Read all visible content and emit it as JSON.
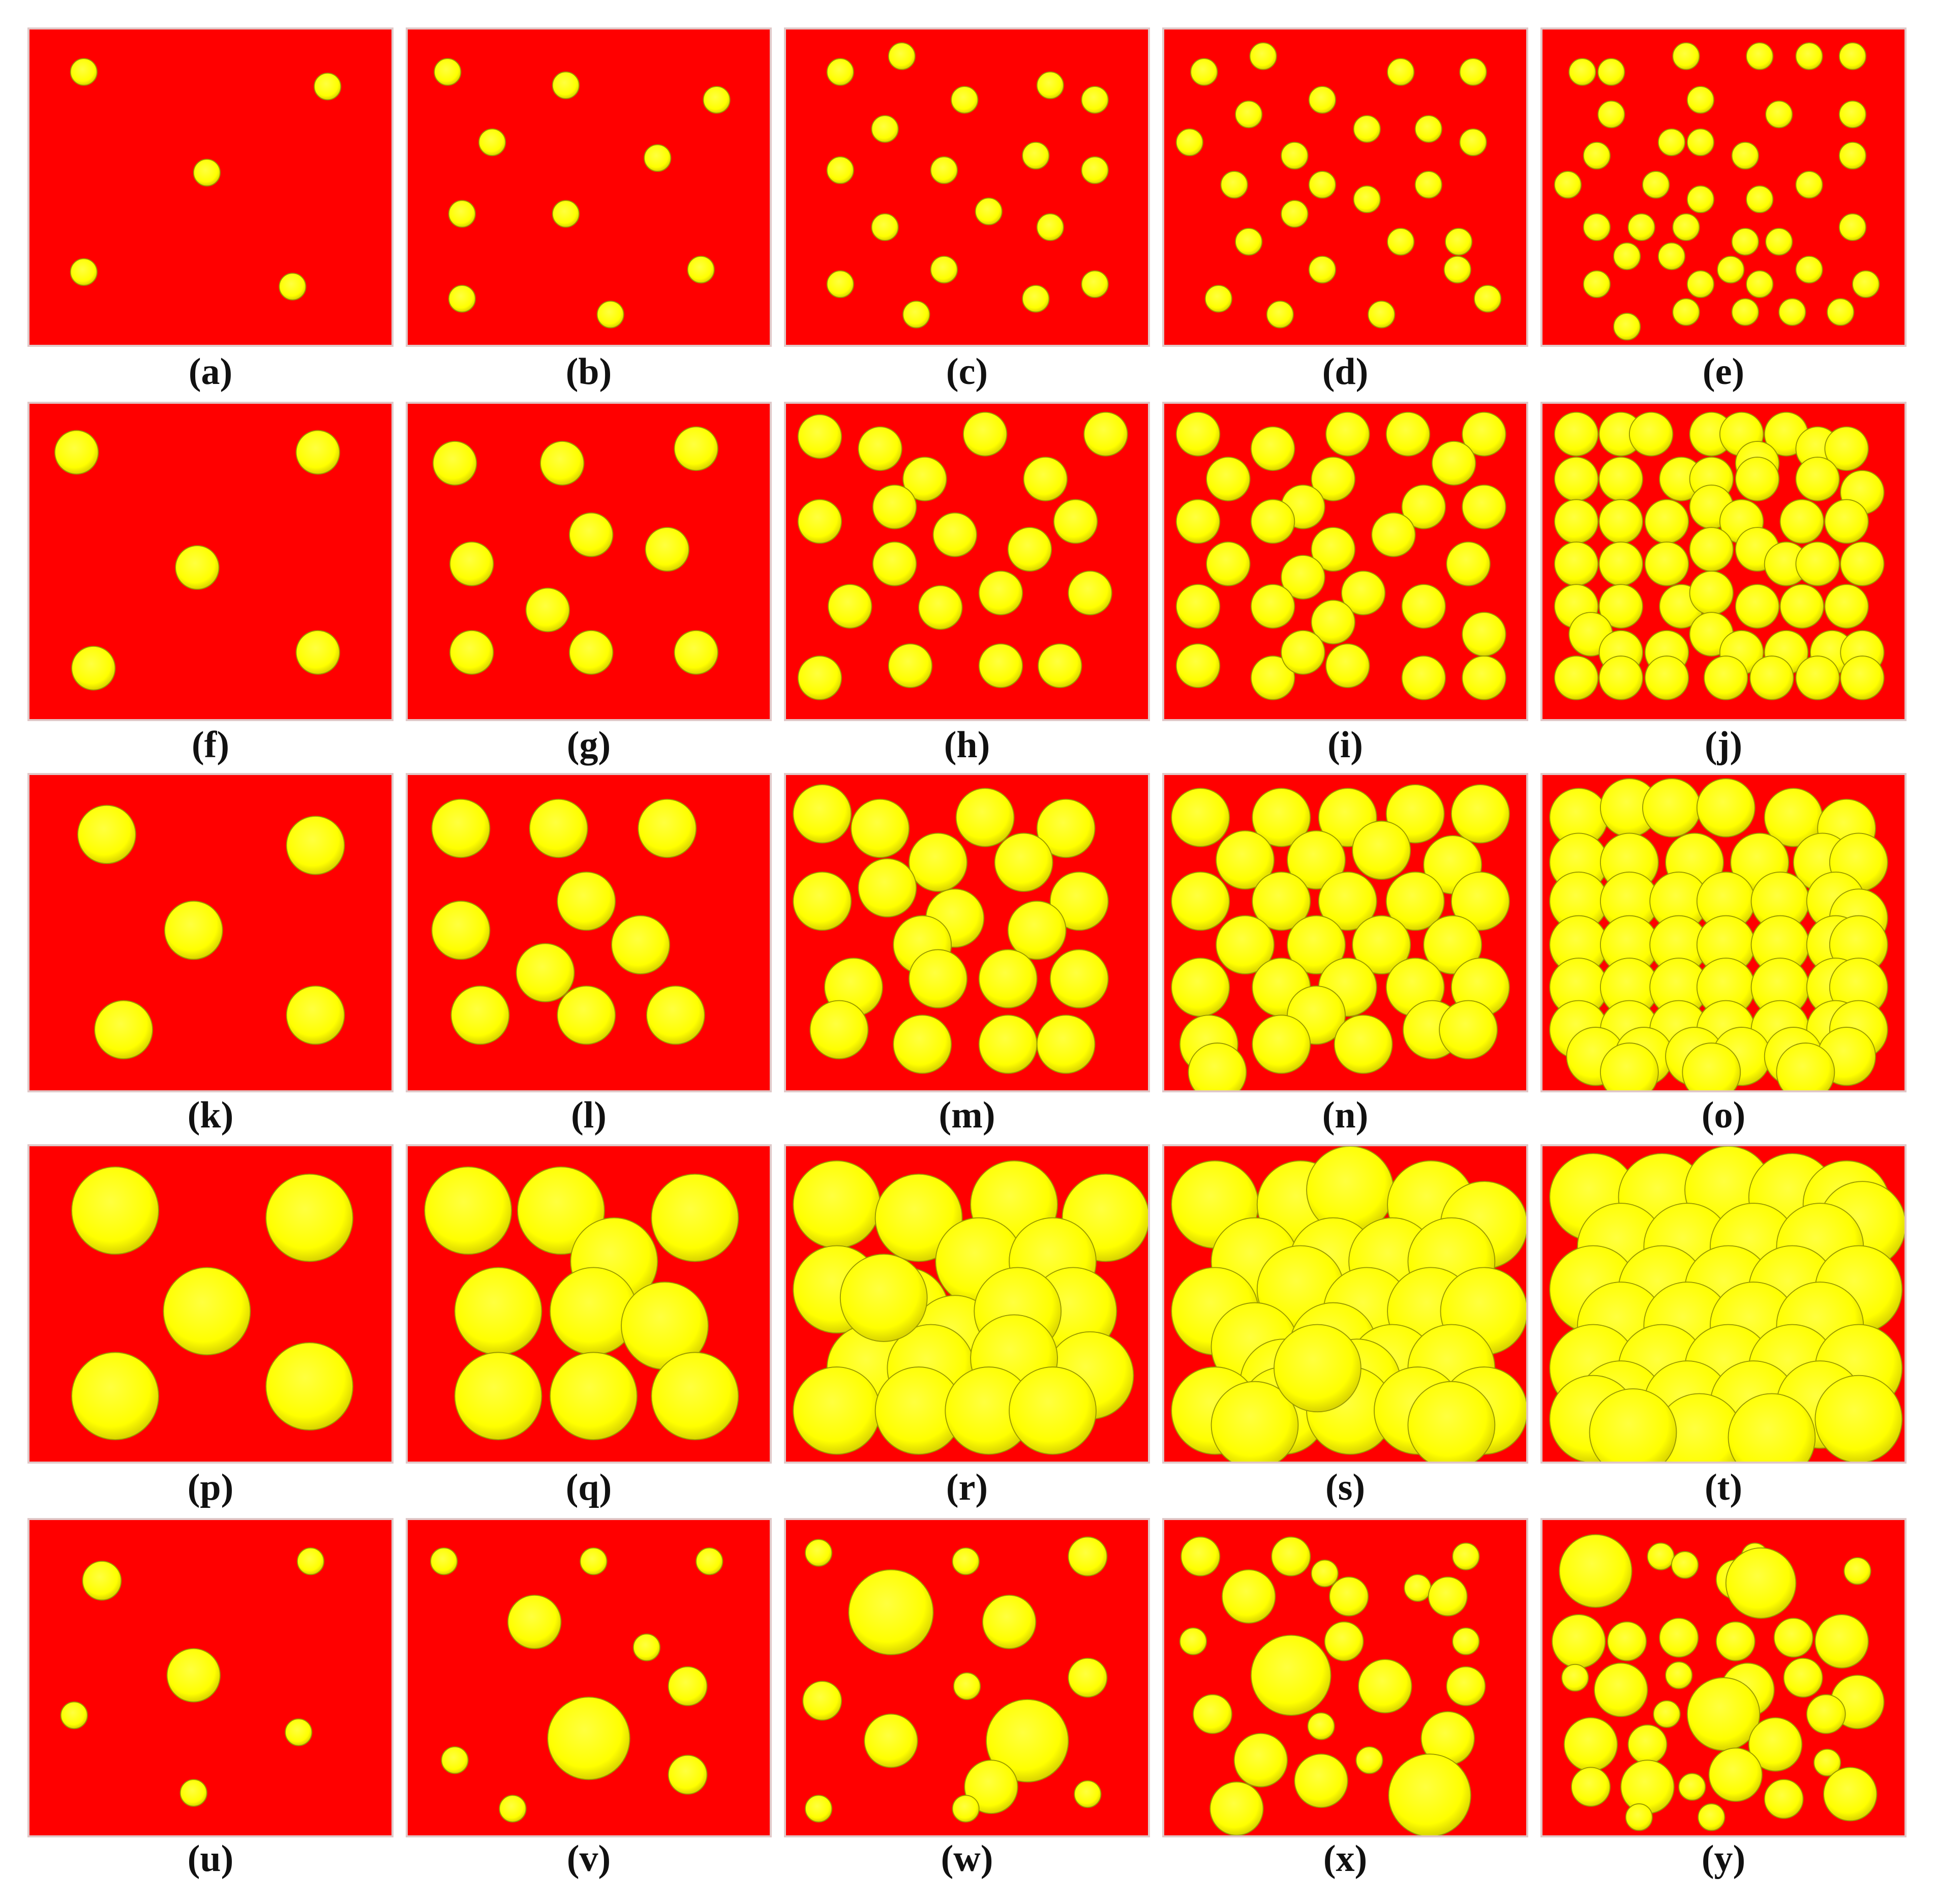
{
  "figure": {
    "colors": {
      "background": "#ff0000",
      "particle": "#ffff00",
      "particle_edge": "#9a9a00",
      "label": "#111111"
    },
    "panels": [
      {
        "id": "a",
        "label": "(a)"
      },
      {
        "id": "b",
        "label": "(b)"
      },
      {
        "id": "c",
        "label": "(c)"
      },
      {
        "id": "d",
        "label": "(d)"
      },
      {
        "id": "e",
        "label": "(e)"
      },
      {
        "id": "f",
        "label": "(f)"
      },
      {
        "id": "g",
        "label": "(g)"
      },
      {
        "id": "h",
        "label": "(h)"
      },
      {
        "id": "i",
        "label": "(i)"
      },
      {
        "id": "j",
        "label": "(j)"
      },
      {
        "id": "k",
        "label": "(k)"
      },
      {
        "id": "l",
        "label": "(l)"
      },
      {
        "id": "m",
        "label": "(m)"
      },
      {
        "id": "n",
        "label": "(n)"
      },
      {
        "id": "o",
        "label": "(o)"
      },
      {
        "id": "p",
        "label": "(p)"
      },
      {
        "id": "q",
        "label": "(q)"
      },
      {
        "id": "r",
        "label": "(r)"
      },
      {
        "id": "s",
        "label": "(s)"
      },
      {
        "id": "t",
        "label": "(t)"
      },
      {
        "id": "u",
        "label": "(u)"
      },
      {
        "id": "v",
        "label": "(v)"
      },
      {
        "id": "w",
        "label": "(w)"
      },
      {
        "id": "x",
        "label": "(x)"
      },
      {
        "id": "y",
        "label": "(y)"
      }
    ]
  }
}
